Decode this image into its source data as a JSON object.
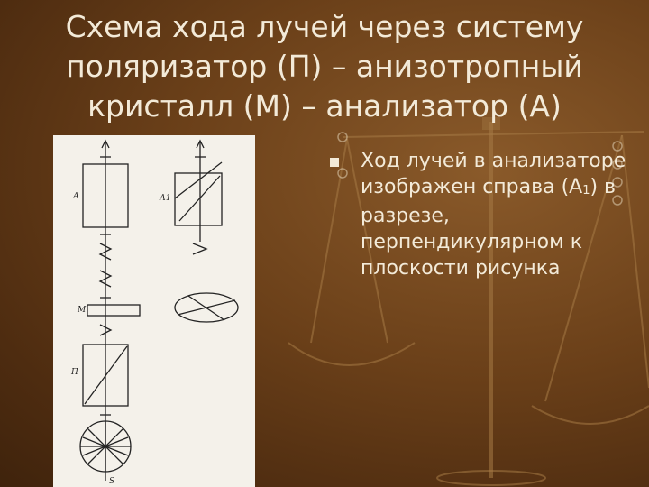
{
  "slide": {
    "title_lines": [
      "Схема хода лучей через систему",
      "поляризатор (П) – анизотропный",
      "кристалл (М) – анализатор (А)"
    ],
    "bullet": {
      "text_before_sub": "Ход лучей в анализаторе изображен справа (А",
      "sub": "1",
      "text_after_sub": ") в разрезе, перпендикулярном к плоскости рисунка"
    },
    "figure_labels": {
      "analyzer": "А",
      "analyzer_section": "А1",
      "crystal": "М",
      "polarizer": "П",
      "source": "S"
    },
    "colors": {
      "text": "#f3ead8",
      "background": "#6b4019",
      "figure_paper": "#f4f1ea",
      "figure_ink": "#222222"
    }
  }
}
